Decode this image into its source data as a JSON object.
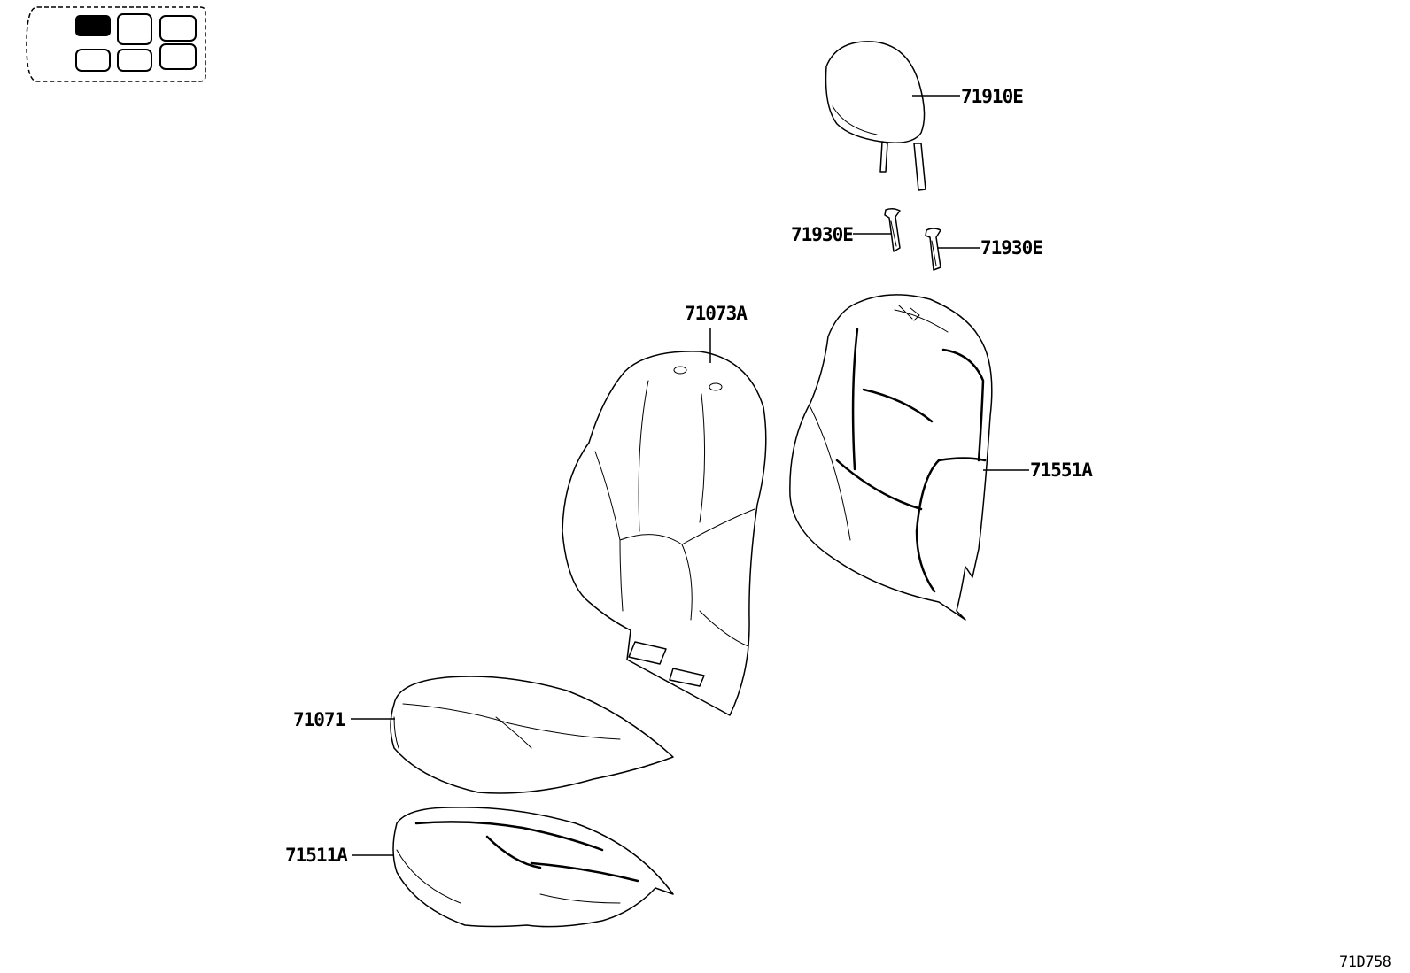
{
  "diagram": {
    "reference_code": "71D758",
    "locator": {
      "name": "seat-position-locator",
      "highlighted_position": "front-left"
    },
    "parts": [
      {
        "id": "headrest",
        "number": "71910E"
      },
      {
        "id": "headrest-support-left",
        "number": "71930E"
      },
      {
        "id": "headrest-support-right",
        "number": "71930E"
      },
      {
        "id": "seatback-cover",
        "number": "71073A"
      },
      {
        "id": "seatback-pad",
        "number": "71551A"
      },
      {
        "id": "cushion-cover",
        "number": "71071"
      },
      {
        "id": "cushion-pad",
        "number": "71511A"
      }
    ]
  }
}
